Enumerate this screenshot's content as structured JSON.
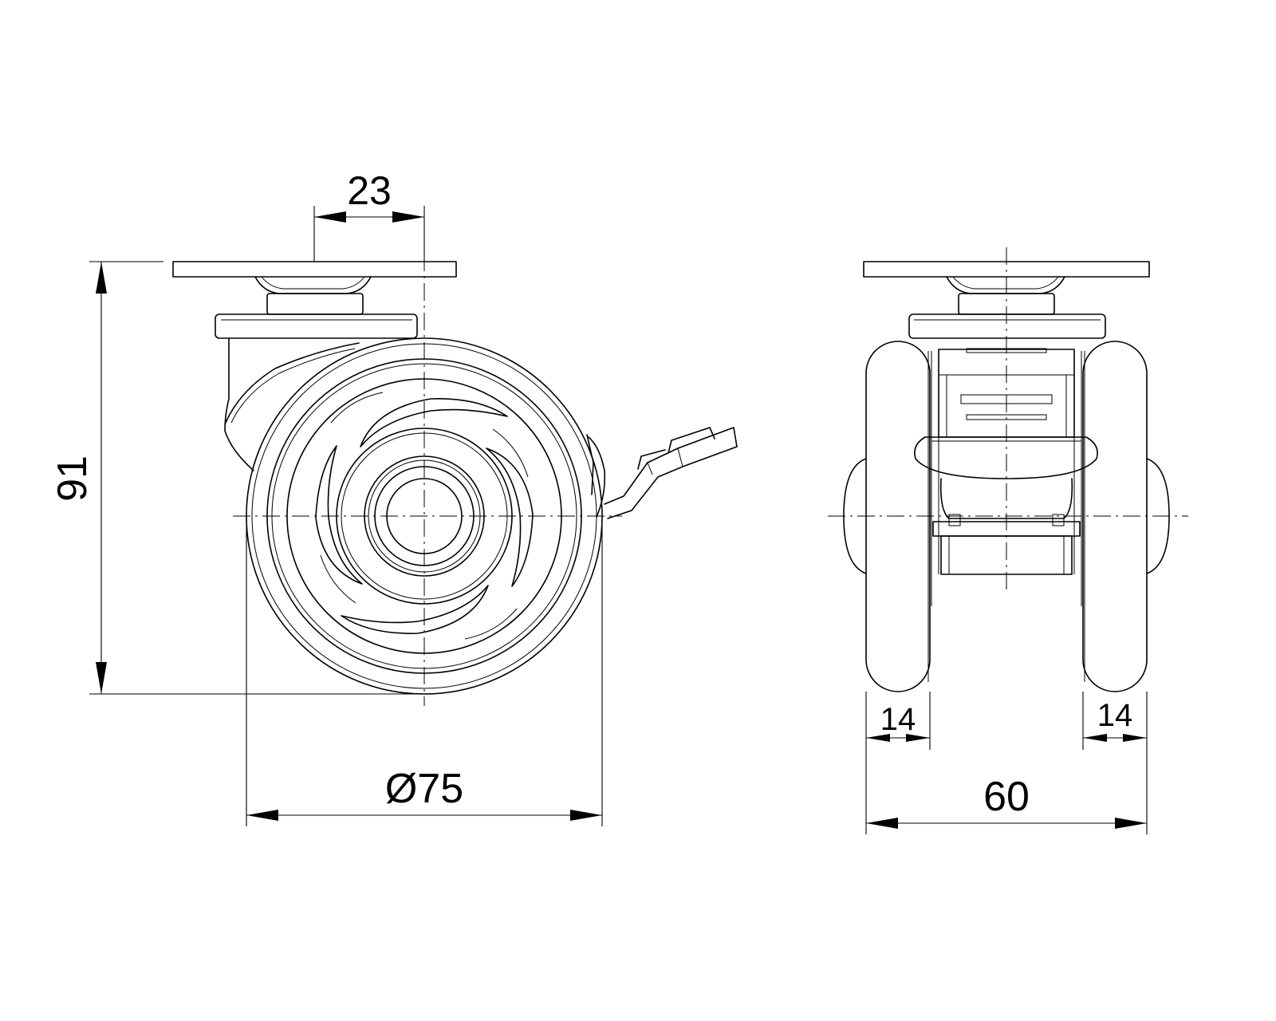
{
  "drawing": {
    "dimensions": {
      "offset": "23",
      "height": "91",
      "wheel_diameter": "Ø75",
      "wheel_width_left": "14",
      "wheel_width_right": "14",
      "overall_width": "60"
    }
  }
}
